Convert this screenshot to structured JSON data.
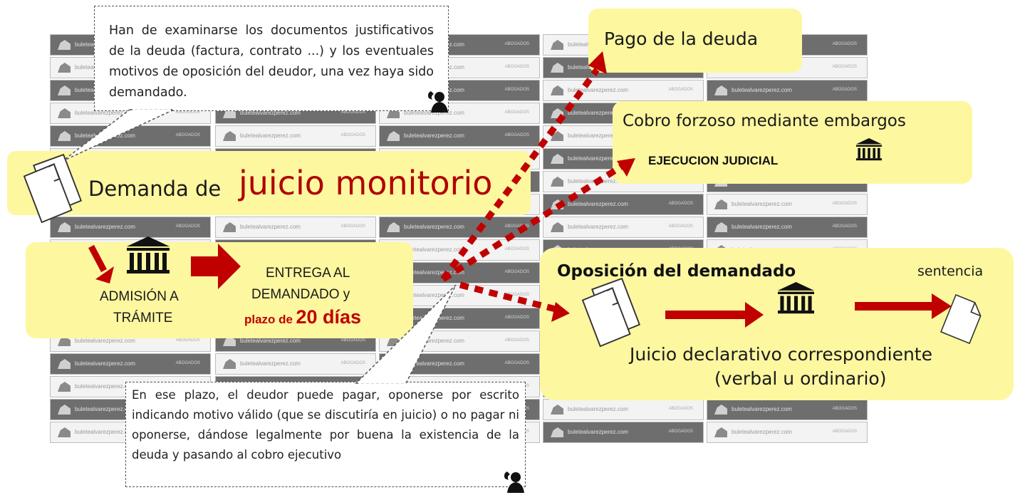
{
  "watermark": {
    "site": "buletealvarezperez.com",
    "tag": "ABOGADOS"
  },
  "callout_top": "Han de examinarse los documentos justificativos de la deuda (factura, contrato ...) y los eventuales motivos de oposición del deudor, una vez haya sido demandado.",
  "callout_bottom": "En ese plazo, el deudor puede pagar, oponerse por escrito indicando motivo válido (que se discutiría en juicio) o no pagar ni oponerse, dándose legalmente por buena la existencia de la deuda y pasando al cobro ejecutivo",
  "demanda": {
    "prefix": "Demanda de",
    "main": "juicio monitorio"
  },
  "admision": {
    "line1": "ADMISIÓN A",
    "line2": "TRÁMITE"
  },
  "entrega": {
    "line1": "ENTREGA AL",
    "line2": "DEMANDADO y",
    "plazo_prefix": "plazo de",
    "plazo_value": "20 días"
  },
  "pago": "Pago de la deuda",
  "cobro": {
    "title": "Cobro forzoso mediante embargos",
    "ejecucion": "EJECUCION JUDICIAL"
  },
  "oposicion": {
    "title": "Oposición del demandado",
    "sentencia": "sentencia",
    "juicio_line1": "Juicio declarativo correspondiente",
    "juicio_line2": "(verbal u ordinario)"
  },
  "colors": {
    "yellow_box": "#fdf7a0",
    "dark_red": "#c00000",
    "title_red": "#b00000"
  }
}
